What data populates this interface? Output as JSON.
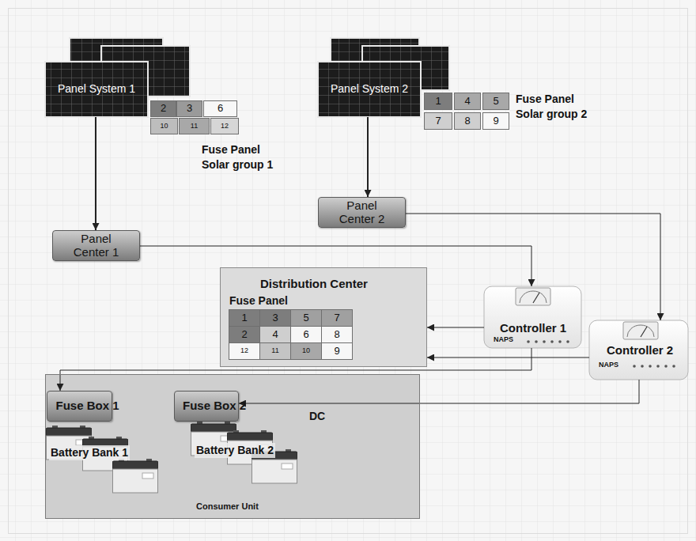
{
  "diagram": {
    "nodes": [
      {
        "text": [
          "Panel System 1"
        ]
      },
      {
        "text": [
          "Panel System 2"
        ]
      },
      {
        "text": [
          "Panel Center 2"
        ]
      },
      {
        "text": [
          "Panel Center 1"
        ]
      },
      {
        "text": [
          "Distribution Center",
          "Fuse Panel"
        ]
      },
      {
        "text": [
          "Controller 1"
        ]
      },
      {
        "text": [
          "Controller 2"
        ]
      },
      {
        "text": [
          "DC",
          "Consumer Unit"
        ]
      },
      {
        "text": [
          "Fuse Box 1"
        ],
        "in": 7
      },
      {
        "text": [
          "Fuse Box 2"
        ],
        "in": 7
      }
    ],
    "edges": [
      {
        "from": 0,
        "to": 3,
        "arrow": "to"
      },
      {
        "from": 1,
        "to": 2,
        "arrow": "to"
      },
      {
        "from": 3,
        "to": 5,
        "arrow": "to"
      },
      {
        "from": 2,
        "to": 6,
        "arrow": "to"
      },
      {
        "from": 5,
        "to": 4,
        "arrow": "to"
      },
      {
        "from": 6,
        "to": 4,
        "arrow": "to"
      },
      {
        "from": 5,
        "to": 8,
        "arrow": "to"
      },
      {
        "from": 6,
        "to": 9,
        "arrow": "to"
      }
    ],
    "labels": [
      "2",
      "3",
      "6",
      "10",
      "11",
      "12",
      "Fuse Panel Solar group 1",
      "1",
      "4",
      "5",
      "7",
      "8",
      "9",
      "Fuse Panel Solar group 2",
      "1",
      "3",
      "5",
      "7",
      "2",
      "4",
      "6",
      "8",
      "12",
      "11",
      "10",
      "9",
      "NAPS",
      "NAPS",
      "Battery Bank 1",
      "Battery Bank 2"
    ]
  }
}
